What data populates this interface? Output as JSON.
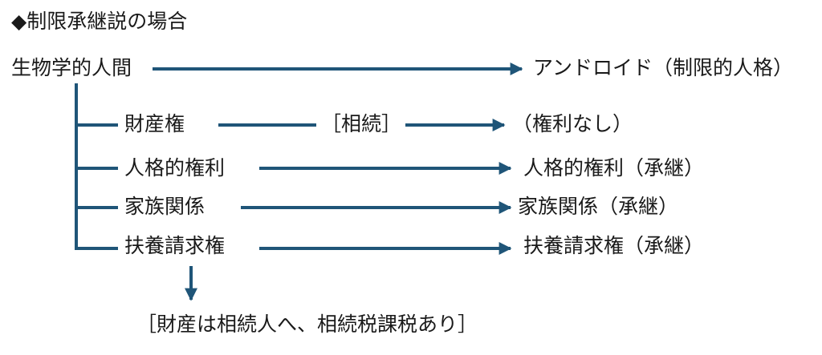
{
  "heading": "◆制限承継説の場合",
  "root": {
    "source": "生物学的人間",
    "target": "アンドロイド（制限的人格）"
  },
  "branches": [
    {
      "source": "財産権",
      "via": "［相続］",
      "target": "（権利なし）"
    },
    {
      "source": "人格的権利",
      "target": "人格的権利（承継）"
    },
    {
      "source": "家族関係",
      "target": "家族関係（承継）"
    },
    {
      "source": "扶養請求権",
      "target": "扶養請求権（承継）"
    }
  ],
  "note": "［財産は相続人へ、相続税課税あり］",
  "colors": {
    "line": "#1f5578",
    "text": "#1a1a1a"
  }
}
